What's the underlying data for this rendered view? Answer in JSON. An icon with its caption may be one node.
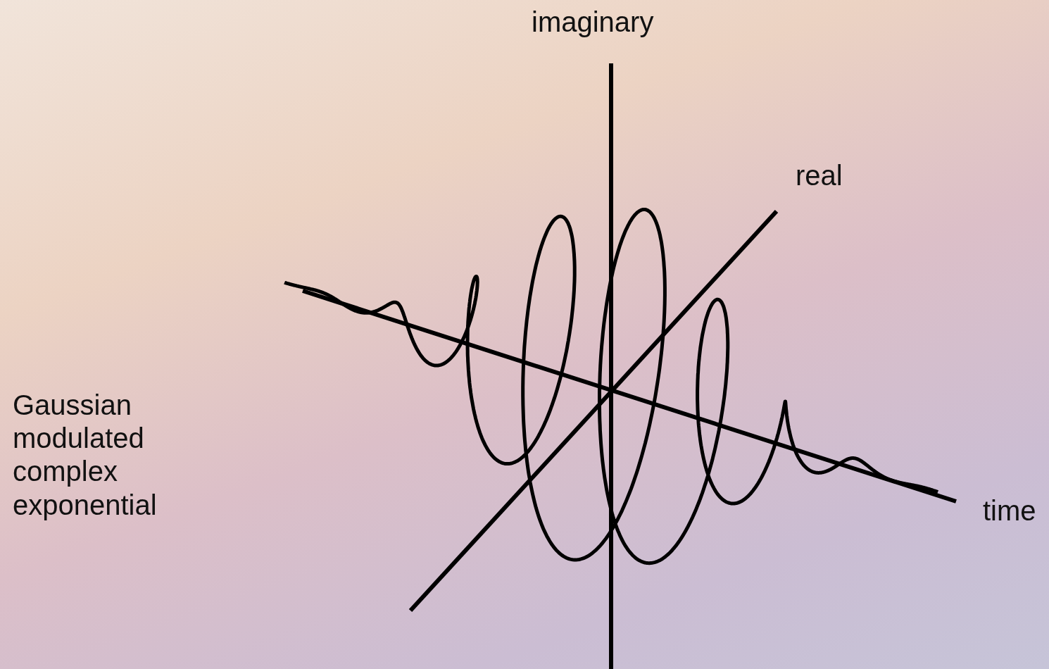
{
  "diagram": {
    "caption": "Gaussian modulated complex exponential",
    "labels": [
      "imaginary",
      "real",
      "time"
    ]
  }
}
